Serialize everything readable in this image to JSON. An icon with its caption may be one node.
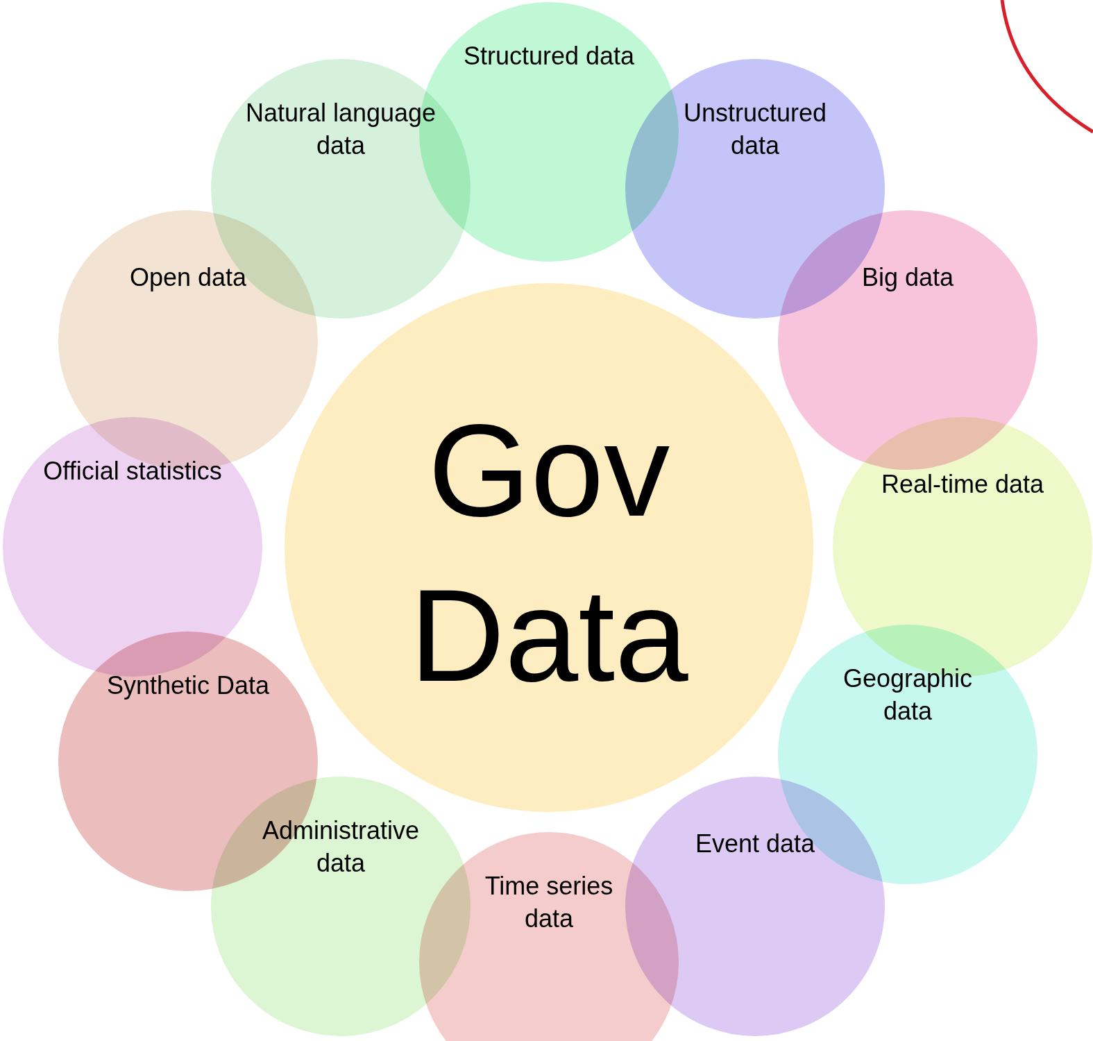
{
  "diagram": {
    "nodes": [
      {
        "text": [
          "Gov Data"
        ]
      },
      {
        "text": [
          "Structured data"
        ]
      },
      {
        "text": [
          "Unstructured data"
        ]
      },
      {
        "text": [
          "Big data"
        ]
      },
      {
        "text": [
          "Real-time data"
        ]
      },
      {
        "text": [
          "Geographic data"
        ]
      },
      {
        "text": [
          "Event data"
        ]
      },
      {
        "text": [
          "Time series data"
        ]
      },
      {
        "text": [
          "Administrative data"
        ]
      },
      {
        "text": [
          "Synthetic Data"
        ]
      },
      {
        "text": [
          "Official statistics"
        ]
      },
      {
        "text": [
          "Open data"
        ]
      },
      {
        "text": [
          "Natural language data"
        ]
      }
    ]
  }
}
